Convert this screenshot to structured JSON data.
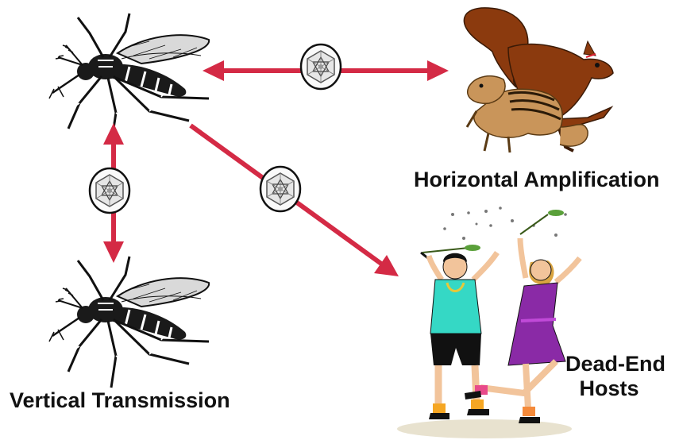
{
  "labels": {
    "horizontal_amplification": "Horizontal Amplification",
    "vertical_transmission": "Vertical Transmission",
    "dead_end_line1": "Dead-End",
    "dead_end_line2": "Hosts"
  },
  "colors": {
    "arrow": "#d42a45",
    "ink": "#111111",
    "squirrel": "#8b3a0e",
    "chipmunk": "#b98a3a",
    "shirt_cyan": "#35d8c5",
    "dress_purple": "#8a2aa6",
    "hair_blonde": "#d9a441"
  },
  "icons": [
    "mosquito-icon",
    "virus-icon",
    "squirrel-icon",
    "chipmunk-icon",
    "children-icon"
  ]
}
